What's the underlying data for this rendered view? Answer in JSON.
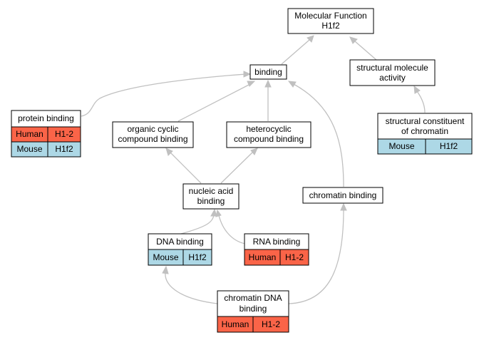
{
  "nodes": {
    "molecular_function": {
      "line1": "Molecular Function",
      "line2": "H1f2"
    },
    "binding": {
      "label": "binding"
    },
    "structural_molecule_activity": {
      "line1": "structural molecule",
      "line2": "activity"
    },
    "protein_binding": {
      "label": "protein binding",
      "row1": [
        "Human",
        "H1-2"
      ],
      "row2": [
        "Mouse",
        "H1f2"
      ]
    },
    "organic_cyclic": {
      "line1": "organic cyclic",
      "line2": "compound binding"
    },
    "heterocyclic": {
      "line1": "heterocyclic",
      "line2": "compound binding"
    },
    "structural_constituent": {
      "line1": "structural constituent",
      "line2": "of chromatin",
      "row1": [
        "Mouse",
        "H1f2"
      ]
    },
    "nucleic_acid": {
      "line1": "nucleic acid",
      "line2": "binding"
    },
    "chromatin_binding": {
      "label": "chromatin binding"
    },
    "dna_binding": {
      "label": "DNA binding",
      "row1": [
        "Mouse",
        "H1f2"
      ]
    },
    "rna_binding": {
      "label": "RNA binding",
      "row1": [
        "Human",
        "H1-2"
      ]
    },
    "chromatin_dna": {
      "line1": "chromatin DNA",
      "line2": "binding",
      "row1": [
        "Human",
        "H1-2"
      ]
    }
  },
  "colors": {
    "human": "#fa6448",
    "mouse": "#add8e6",
    "edge": "#c0c0c0"
  }
}
